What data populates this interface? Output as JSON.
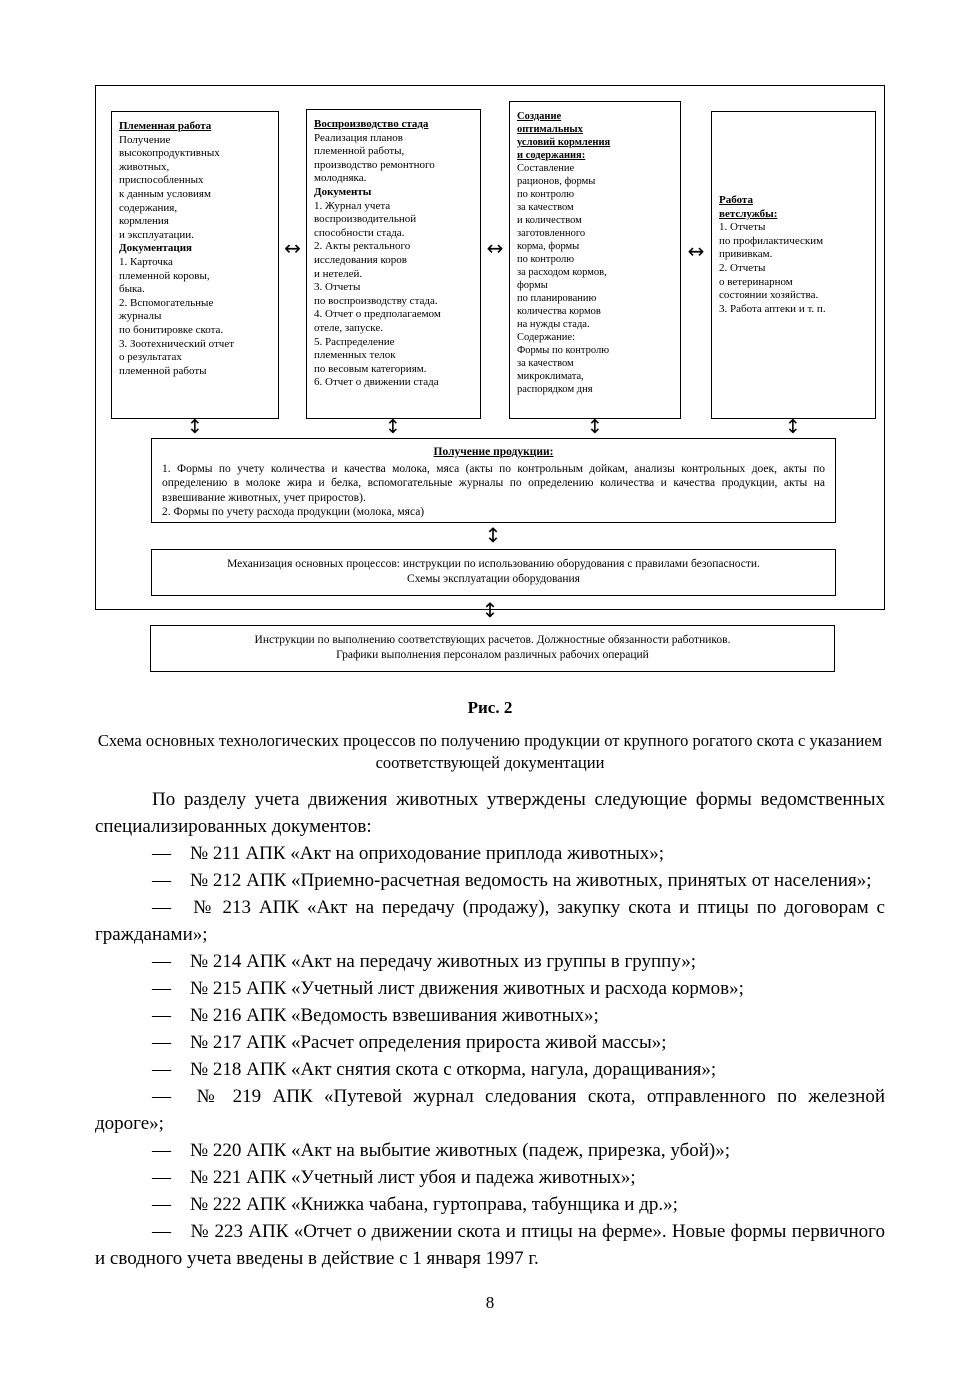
{
  "icons": {
    "h_arrow": "↔",
    "v_arrow": "↕"
  },
  "diagram": {
    "breeding": {
      "title": "Племенная работа",
      "body": "Получение\nвысокопродуктивных\nживотных,\nприспособленных\nк данным условиям\nсодержания,\nкормления\nи эксплуатации.",
      "subtitle": "Документация",
      "list": "1. Карточка\nплеменной коровы,\nбыка.\n2. Вспомогательные\nжурналы\nпо бонитировке скота.\n3. Зоотехнический отчет\nо результатах\nплеменной работы"
    },
    "reproduction": {
      "title": "Воспроизводство стада",
      "body": "Реализация планов\nплеменной работы,\nпроизводство ремонтного\nмолодняка.",
      "subtitle": "Документы",
      "list": "1. Журнал учета\nвоспроизводительной\nспособности стада.\n2. Акты ректального\nисследования коров\nи нетелей.\n3. Отчеты\nпо воспроизводству стада.\n4. Отчет о предполагаемом\nотеле, запуске.\n5. Распределение\nплеменных телок\nпо весовым категориям.\n6. Отчет о движении стада"
    },
    "feeding": {
      "title": "Создание\nоптимальных\nусловий кормления\nи содержания:",
      "body": "Составление\nрационов, формы\nпо контролю\nза качеством\nи количеством\nзаготовленного\nкорма, формы\nпо контролю\nза расходом кормов,\nформы\nпо планированию\nколичества кормов\nна нужды стада.\nСодержание:\nФормы по контролю\nза качеством\nмикроклимата,\nраспорядком дня"
    },
    "vet": {
      "title": "Работа\nветслужбы:",
      "list": "1. Отчеты\nпо профилактическим\nпрививкам.\n2. Отчеты\nо ветеринарном\nсостоянии хозяйства.\n3. Работа аптеки и т. п."
    },
    "production": {
      "title": "Получение продукции:",
      "body": "1. Формы по учету количества и качества молока, мяса (акты по контрольным дойкам, анализы контрольных доек, акты по определению в молоке жира и белка, вспомогательные журналы по определению количества и качества продукции, акты на взвешивание животных, учет приростов).\n2. Формы по учету расхода продукции (молока, мяса)"
    },
    "mechanization": {
      "body": "Механизация основных процессов: инструкции по использованию оборудования с правилами безопасности.\nСхемы эксплуатации оборудования"
    },
    "instructions": {
      "body": "Инструкции по выполнению соответствующих расчетов. Должностные обязанности работников.\nГрафики выполнения персоналом различных рабочих операций"
    }
  },
  "figure": {
    "label": "Рис. 2",
    "caption": "Схема основных технологических процессов по получению продукции от крупного рогатого скота с указанием соответствующей документации"
  },
  "body": {
    "intro": "По разделу учета движения животных утверждены следующие формы ведомственных специализированных документов:",
    "items": [
      "— № 211 АПК «Акт на оприходование приплода животных»;",
      "— № 212 АПК «Приемно-расчетная ведомость на животных, принятых от населения»;",
      "— № 213 АПК «Акт на передачу (продажу), закупку скота и птицы по договорам с гражданами»;",
      "— № 214 АПК «Акт на передачу животных из группы в группу»;",
      "— № 215 АПК «Учетный лист движения животных и расхода кормов»;",
      "— № 216 АПК «Ведомость взвешивания животных»;",
      "— № 217 АПК «Расчет определения прироста живой массы»;",
      "— № 218 АПК «Акт снятия скота с откорма, нагула, доращивания»;",
      "— № 219 АПК «Путевой журнал следования скота, отправленного по железной дороге»;",
      "— № 220 АПК «Акт на выбытие животных (падеж, прирезка, убой)»;",
      "— № 221 АПК «Учетный лист убоя и падежа животных»;",
      "— № 222 АПК «Книжка чабана, гуртоправа, табунщика и др.»;",
      "— № 223 АПК «Отчет о движении скота и птицы на ферме». Новые формы первичного и сводного учета введены в действие с 1 января 1997 г."
    ]
  },
  "page": {
    "number": "8"
  }
}
